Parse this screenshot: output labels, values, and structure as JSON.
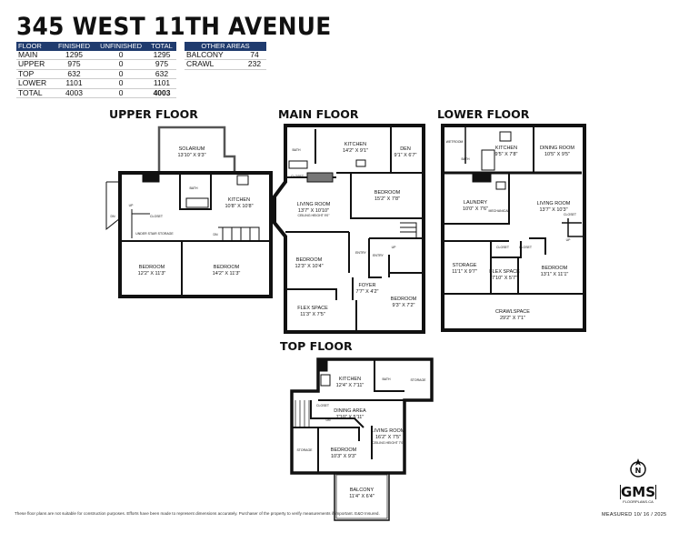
{
  "title": "345 WEST 11TH AVENUE",
  "area_table": {
    "headers": [
      "FLOOR",
      "FINISHED",
      "UNFINISHED",
      "TOTAL"
    ],
    "rows": [
      [
        "MAIN",
        "1295",
        "0",
        "1295"
      ],
      [
        "UPPER",
        "975",
        "0",
        "975"
      ],
      [
        "TOP",
        "632",
        "0",
        "632"
      ],
      [
        "LOWER",
        "1101",
        "0",
        "1101"
      ],
      [
        "TOTAL",
        "4003",
        "0",
        "4003"
      ]
    ]
  },
  "other_areas": {
    "header": "OTHER AREAS",
    "rows": [
      [
        "BALCONY",
        "74"
      ],
      [
        "CRAWL",
        "232"
      ]
    ]
  },
  "floors": {
    "upper": {
      "title": "UPPER FLOOR",
      "rooms": [
        {
          "name": "SOLARIUM",
          "dim": "13'10\" X 9'3\""
        },
        {
          "name": "KITCHEN",
          "dim": "10'8\" X 10'8\""
        },
        {
          "name": "BEDROOM",
          "dim": "12'2\" X 11'3\""
        },
        {
          "name": "BEDROOM",
          "dim": "14'2\" X 11'3\""
        }
      ],
      "labels": [
        "BATH",
        "CLOSET",
        "UNDER STAIR STORAGE",
        "UP",
        "DN",
        "DN"
      ]
    },
    "main": {
      "title": "MAIN FLOOR",
      "rooms": [
        {
          "name": "KITCHEN",
          "dim": "14'2\" X 9'1\""
        },
        {
          "name": "DEN",
          "dim": "9'1\" X 6'7\""
        },
        {
          "name": "LIVING ROOM",
          "dim": "13'7\" X 10'10\""
        },
        {
          "name": "BEDROOM",
          "dim": "15'2\" X 7'8\""
        },
        {
          "name": "BEDROOM",
          "dim": "12'3\" X 10'4\""
        },
        {
          "name": "FOYER",
          "dim": "7'7\" X 4'2\""
        },
        {
          "name": "FLEX SPACE",
          "dim": "11'3\" X 7'5\""
        },
        {
          "name": "BEDROOM",
          "dim": "9'3\" X 7'2\""
        }
      ],
      "labels": [
        "BATH",
        "CLOSET",
        "CEILING HEIGHT 9'0\"",
        "ENTRY",
        "ENTRY",
        "UP"
      ]
    },
    "lower": {
      "title": "LOWER FLOOR",
      "rooms": [
        {
          "name": "KITCHEN",
          "dim": "9'5\" X 7'8\""
        },
        {
          "name": "DINING ROOM",
          "dim": "10'5\" X 9'5\""
        },
        {
          "name": "LAUNDRY",
          "dim": "10'0\" X 7'6\""
        },
        {
          "name": "LIVING ROOM",
          "dim": "13'7\" X 10'3\""
        },
        {
          "name": "STORAGE",
          "dim": "11'1\" X 9'7\""
        },
        {
          "name": "FLEX SPACE",
          "dim": "7'10\" X 5'7\""
        },
        {
          "name": "BEDROOM",
          "dim": "13'1\" X 11'1\""
        },
        {
          "name": "CRAWLSPACE",
          "dim": "29'2\" X 7'1\""
        }
      ],
      "labels": [
        "WETROOM",
        "BATH",
        "MECHANICAL",
        "CLOSET",
        "CLOSET",
        "CLOSET",
        "UP"
      ]
    },
    "top": {
      "title": "TOP FLOOR",
      "rooms": [
        {
          "name": "KITCHEN",
          "dim": "12'4\" X 7'11\""
        },
        {
          "name": "DINING AREA",
          "dim": "7'10\" X 5'11\""
        },
        {
          "name": "LIVING ROOM",
          "dim": "16'2\" X 7'5\""
        },
        {
          "name": "BEDROOM",
          "dim": "10'3\" X 9'3\""
        },
        {
          "name": "BALCONY",
          "dim": "11'4\" X 6'4\""
        }
      ],
      "labels": [
        "STORAGE",
        "STORAGE",
        "BATH",
        "CLOSET",
        "DN",
        "CEILING HEIGHT 7'0\""
      ]
    }
  },
  "disclaimer": "These floor plans are not suitable for construction purposes. Efforts have been made to represent dimensions accurately. Purchaser of the property to verify measurements if important. E&O Insured.",
  "logo": {
    "text": "GMS",
    "sub": "FLOORPLANS.CA",
    "compass": "N"
  },
  "measured": "MEASURED  10/ 16 / 2025",
  "colors": {
    "table_header": "#1f3b6e",
    "walls": "#111111"
  }
}
